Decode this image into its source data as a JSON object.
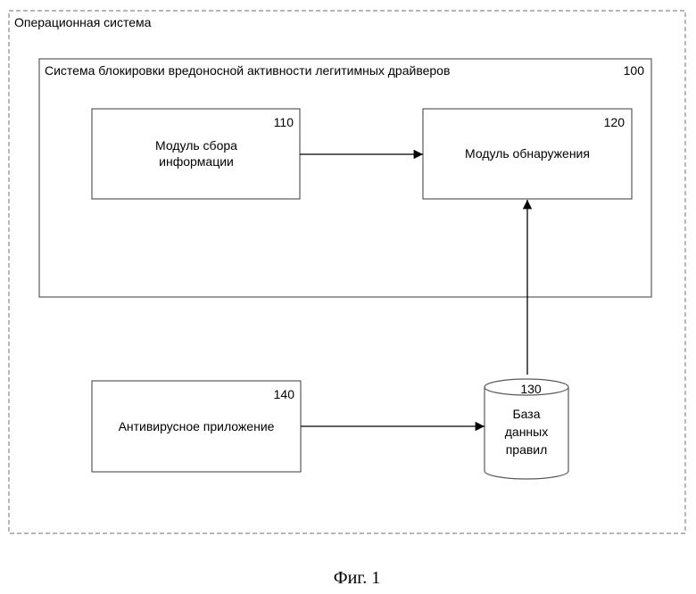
{
  "os": {
    "title": "Операционная система"
  },
  "system": {
    "title": "Система блокировки вредоносной активности легитимных драйверов",
    "ref": "100"
  },
  "collector": {
    "line1": "Модуль сбора",
    "line2": "информации",
    "ref": "110"
  },
  "detector": {
    "label": "Модуль обнаружения",
    "ref": "120"
  },
  "database": {
    "line1": "База",
    "line2": "данных",
    "line3": "правил",
    "ref": "130"
  },
  "antivirus": {
    "label": "Антивирусное приложение",
    "ref": "140"
  },
  "caption": "Фиг. 1"
}
